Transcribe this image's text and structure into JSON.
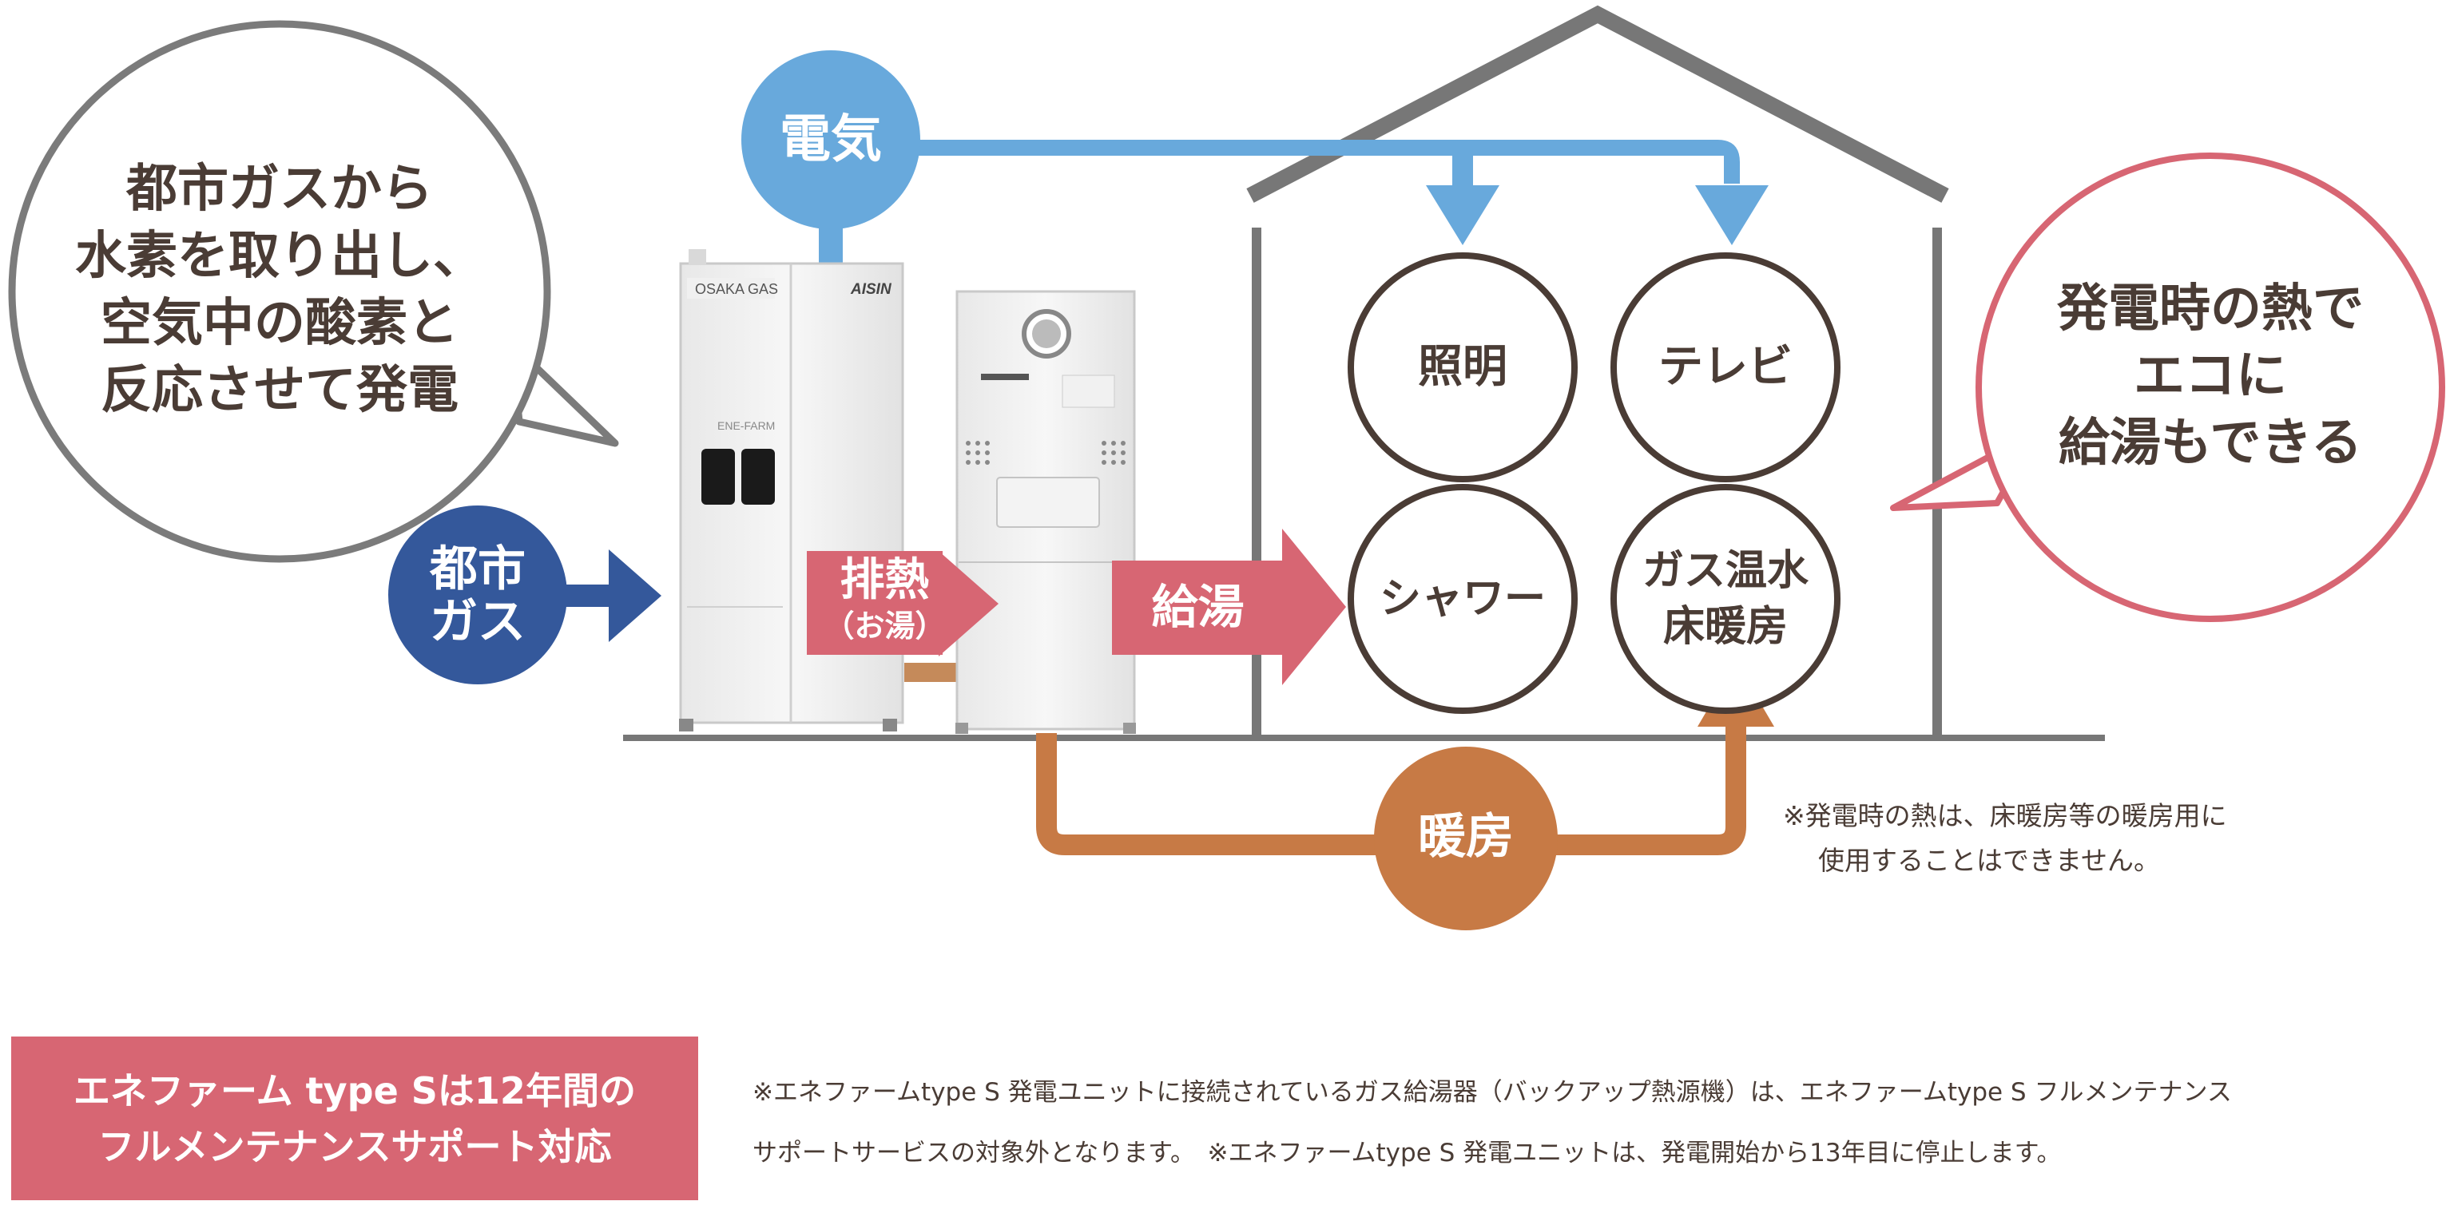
{
  "bubbles": {
    "left": [
      "都市ガスから",
      "水素を取り出し、",
      "空気中の酸素と",
      "反応させて発電"
    ],
    "right": [
      "発電時の熱で",
      "エコに",
      "給湯もできる"
    ]
  },
  "labels": {
    "electricity": "電気",
    "city_gas": [
      "都市",
      "ガス"
    ],
    "exhaust_heat": [
      "排熱",
      "（お湯）"
    ],
    "hot_water": "給湯",
    "heating": "暖房"
  },
  "appliances": {
    "lighting": "照明",
    "tv": "テレビ",
    "shower": "シャワー",
    "gas_heating": [
      "ガス温水",
      "床暖房"
    ]
  },
  "unit_markings": {
    "brand_left": "OSAKA GAS",
    "brand_right": "AISIN",
    "product_logo": "ENE-FARM"
  },
  "notes": {
    "heat_note": [
      "※発電時の熱は、床暖房等の暖房用に",
      "使用することはできません。"
    ],
    "bottom_note": [
      "※エネファームtype S 発電ユニットに接続されているガス給湯器（バックアップ熱源機）は、エネファームtype S フルメンテナンス",
      "サポートサービスの対象外となります。　※エネファームtype S 発電ユニットは、発電開始から13年目に停止します。"
    ]
  },
  "banner": [
    "エネファーム type Sは12年間の",
    "フルメンテナンスサポート対応"
  ],
  "colors": {
    "electric_blue": "#68a9dc",
    "gas_navy": "#34589b",
    "hot_pink": "#d76673",
    "heating_orange": "#c77a45",
    "house_gray": "#777777",
    "text_brown": "#4a3c35"
  }
}
